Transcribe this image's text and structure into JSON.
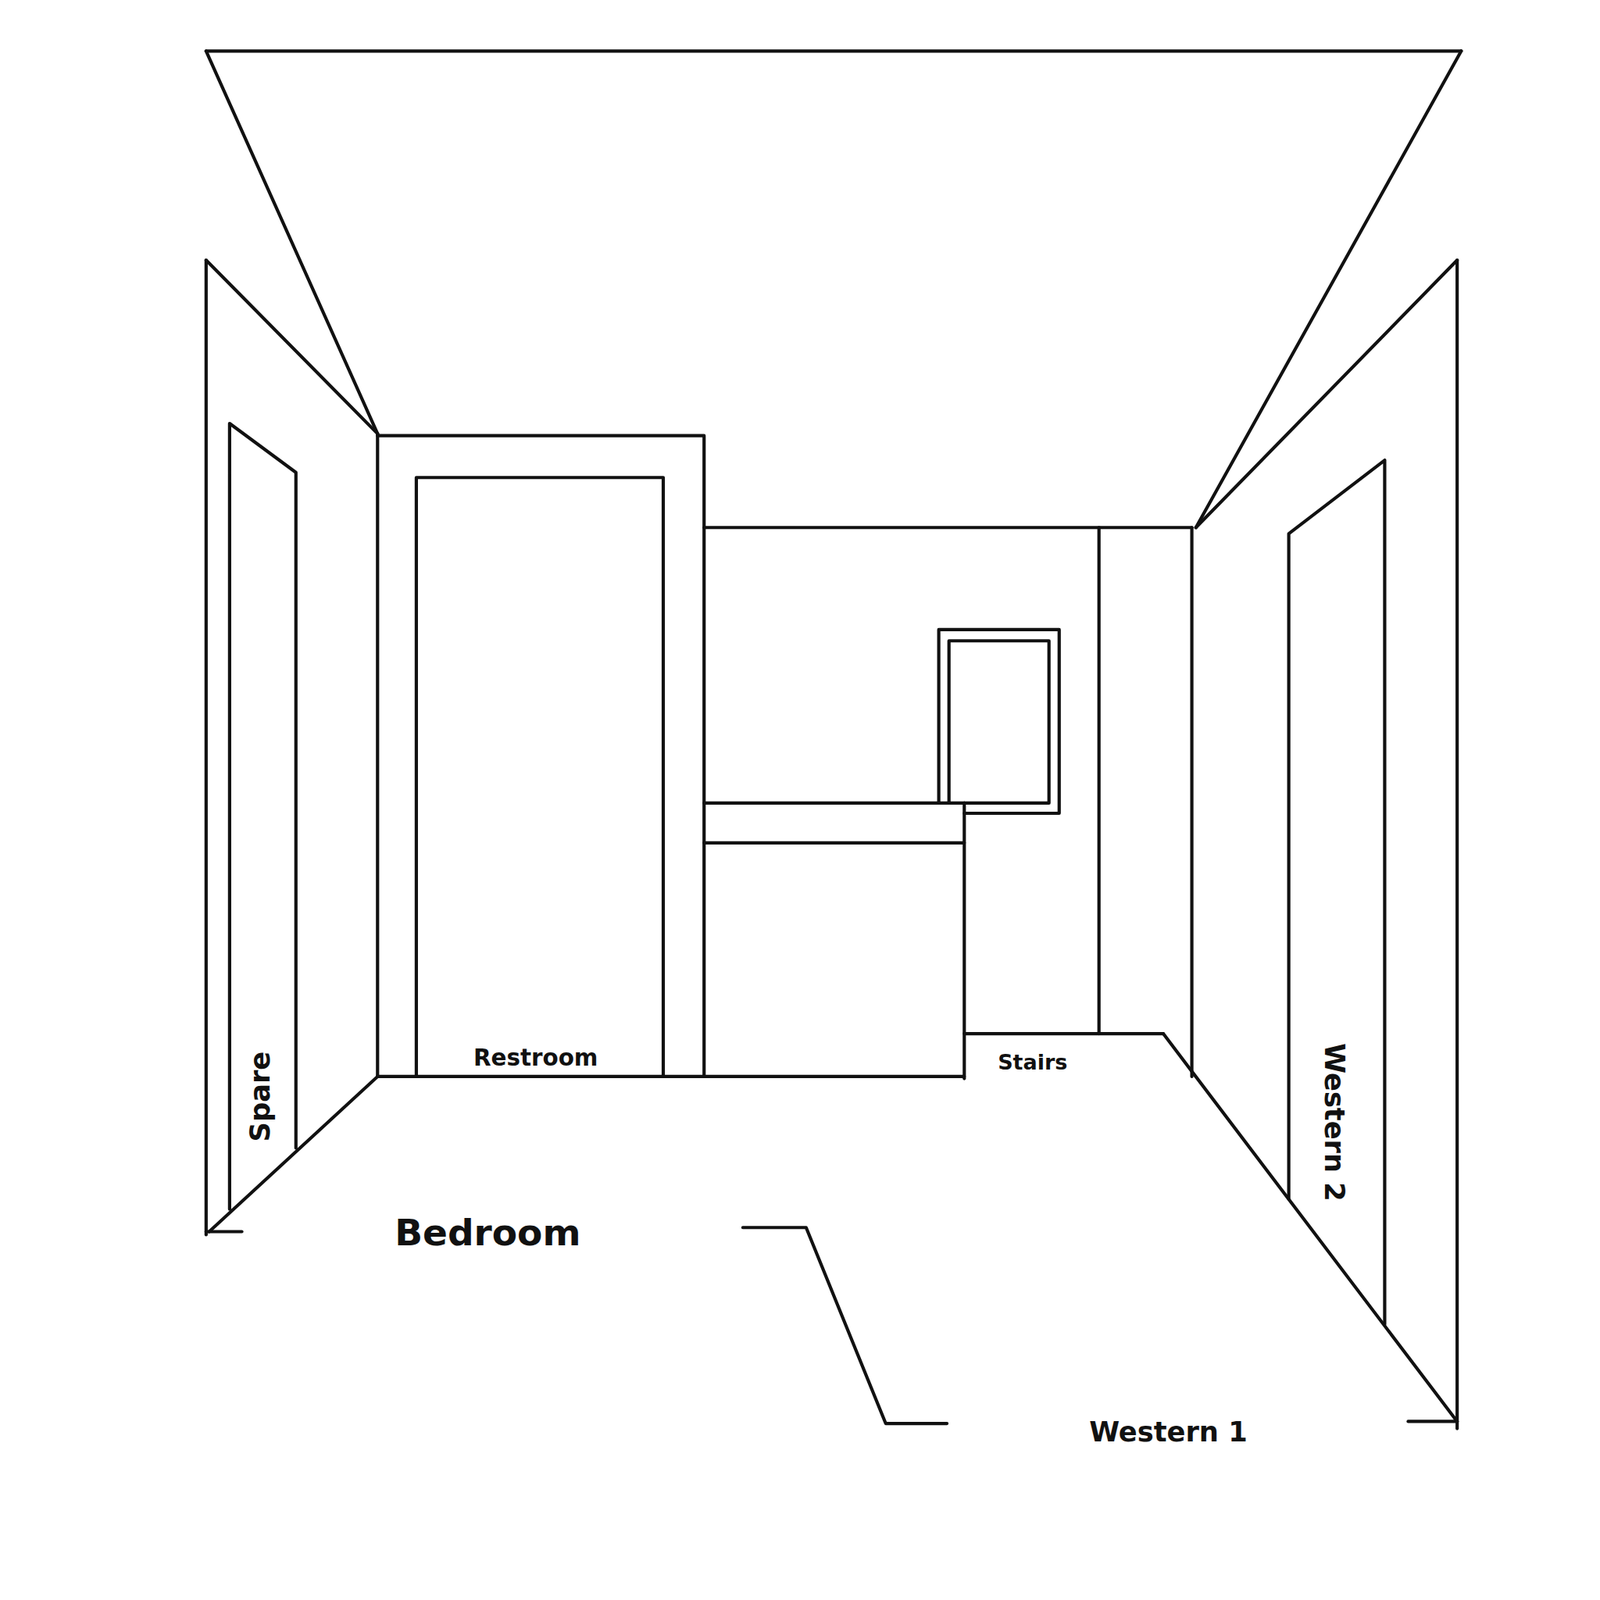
{
  "diagram": {
    "labels": [
      "Spare",
      "Restroom",
      "Stairs",
      "Western 2",
      "Bedroom",
      "Western 1"
    ]
  }
}
